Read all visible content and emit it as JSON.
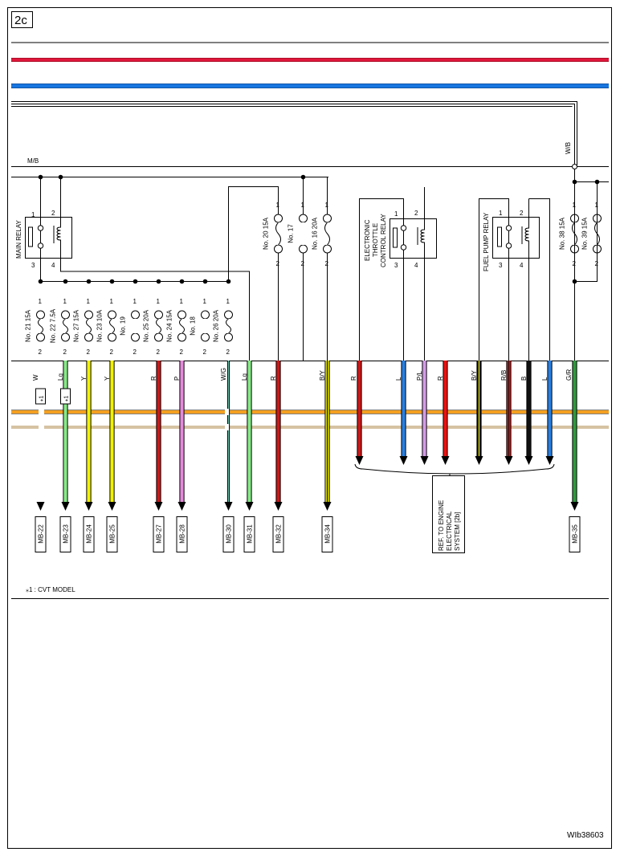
{
  "page": {
    "section_label": "2c",
    "doc_code": "WIb38603",
    "footnote": "⁎1 : CVT MODEL",
    "mb_bus_label": "M/B",
    "wb_label": "W/B"
  },
  "relays": {
    "main": "MAIN RELAY",
    "throttle": [
      "ELECTRONIC",
      "THROTTLE",
      "CONTROL RELAY"
    ],
    "fuel_pump": "FUEL PUMP RELAY"
  },
  "reference_box": [
    "REF. TO ENGINE",
    "ELECTRICAL",
    "SYSTEM [2b]"
  ],
  "fuses": [
    {
      "label": "No. 21  15A"
    },
    {
      "label": "No. 22  7.5A"
    },
    {
      "label": "No. 27  15A"
    },
    {
      "label": "No. 23  10A"
    },
    {
      "label": "No. 19"
    },
    {
      "label": "No. 25  20A"
    },
    {
      "label": "No. 24  15A"
    },
    {
      "label": "No. 18"
    },
    {
      "label": "No. 26  20A"
    },
    {
      "label": "No. 20  15A"
    },
    {
      "label": "No. 17"
    },
    {
      "label": "No. 16  20A"
    },
    {
      "label": "No. 38  15A"
    },
    {
      "label": "No. 39  15A"
    }
  ],
  "wires": [
    {
      "code": "W",
      "connector": "MB-22",
      "color": "#ffffff",
      "note": "⁎1"
    },
    {
      "code": "Lg",
      "connector": "MB-23",
      "color": "#88e888",
      "note": "⁎1"
    },
    {
      "code": "Y",
      "connector": "MB-24",
      "color": "#f2f200"
    },
    {
      "code": "Y",
      "connector": "MB-25",
      "color": "#f2f200"
    },
    {
      "code": "R",
      "connector": "MB-27",
      "color": "#cc1818"
    },
    {
      "code": "P",
      "connector": "MB-28",
      "color": "#e48ad8"
    },
    {
      "code": "W/G",
      "connector": "MB-30",
      "color": "#6fc6b0"
    },
    {
      "code": "Lg",
      "connector": "MB-31",
      "color": "#88e888"
    },
    {
      "code": "R",
      "connector": "MB-32",
      "color": "#cc1818"
    },
    {
      "code": "B/Y",
      "connector": "MB-34",
      "color": "#f2f200"
    },
    {
      "code": "R",
      "color": "#cc1818"
    },
    {
      "code": "L",
      "color": "#2a7fe0"
    },
    {
      "code": "P/L",
      "color": "#d49ae8"
    },
    {
      "code": "R",
      "color": "#ee1111"
    },
    {
      "code": "B/Y",
      "color": "#111111"
    },
    {
      "code": "R/B",
      "color": "#cc1818"
    },
    {
      "code": "B",
      "color": "#111111"
    },
    {
      "code": "L",
      "color": "#2a7fe0"
    },
    {
      "code": "G/R",
      "connector": "MB-35",
      "color": "#2f9a3c"
    }
  ],
  "pins": [
    "1",
    "2",
    "3",
    "4"
  ]
}
